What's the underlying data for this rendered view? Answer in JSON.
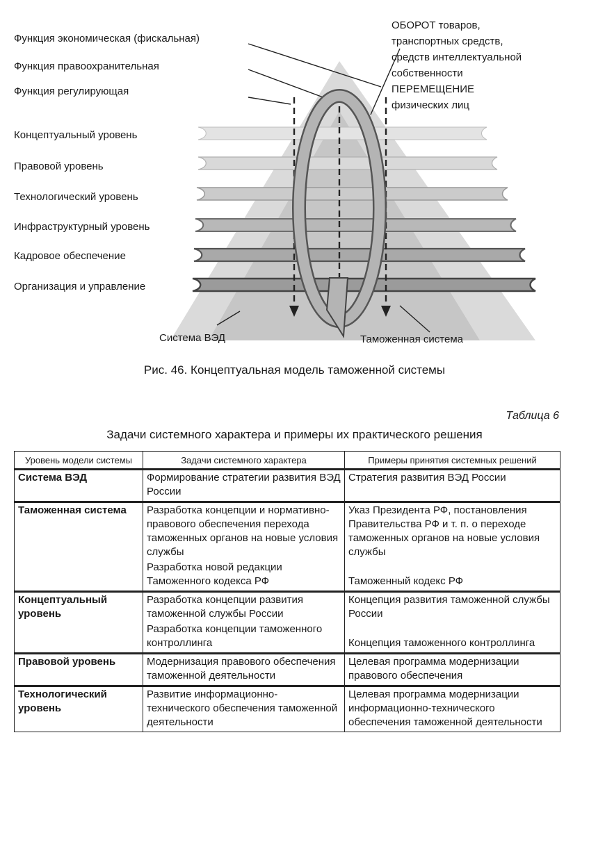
{
  "figure": {
    "left_labels": [
      "Функция экономическая (фискальная)",
      "Функция правоохранительная",
      "Функция регулирующая",
      "Концептуальный уровень",
      "Правовой уровень",
      "Технологический уровень",
      "Инфраструктурный уровень",
      "Кадровое обеспечение",
      "Организация и управление"
    ],
    "right_note": [
      "ОБОРОТ товаров,",
      "транспортных средств,",
      "средств интеллектуальной",
      "собственности",
      "ПЕРЕМЕЩЕНИЕ",
      "физических лиц"
    ],
    "bottom_left_label": "Система ВЭД",
    "bottom_right_label": "Таможенная система",
    "caption": "Рис. 46. Концептуальная модель таможенной системы"
  },
  "table": {
    "number": "Таблица 6",
    "title": "Задачи системного характера и примеры их практического решения",
    "headers": [
      "Уровень модели системы",
      "Задачи системного характера",
      "Примеры принятия системных решений"
    ],
    "rows": [
      {
        "level": "Система ВЭД",
        "tasks": [
          "Формирование стратегии развития ВЭД России"
        ],
        "examples": [
          "Стратегия развития ВЭД России"
        ]
      },
      {
        "level": "Таможенная система",
        "tasks": [
          "Разработка концепции и нормативно-правового обеспечения перехода таможенных органов на новые условия службы",
          "Разработка новой редакции Таможенного кодекса РФ"
        ],
        "examples": [
          "Указ Президента РФ, постановления Правительства РФ и т. п. о переходе таможенных органов на новые условия службы",
          "Таможенный кодекс РФ"
        ]
      },
      {
        "level": "Концептуальный уровень",
        "tasks": [
          "Разработка концепции развития таможенной службы России",
          "Разработка концепции таможенного контроллинга"
        ],
        "examples": [
          "Концепция развития таможенной службы России",
          "Концепция таможенного контроллинга"
        ]
      },
      {
        "level": "Правовой уровень",
        "tasks": [
          "Модернизация правового обеспечения таможенной деятельности"
        ],
        "examples": [
          "Целевая программа модернизации правового обеспечения"
        ]
      },
      {
        "level": "Технологический уровень",
        "tasks": [
          "Развитие информационно-технического обеспечения таможенной деятельности"
        ],
        "examples": [
          "Целевая программа модернизации информационно-технического обеспечения таможенной деятельности"
        ]
      }
    ]
  }
}
